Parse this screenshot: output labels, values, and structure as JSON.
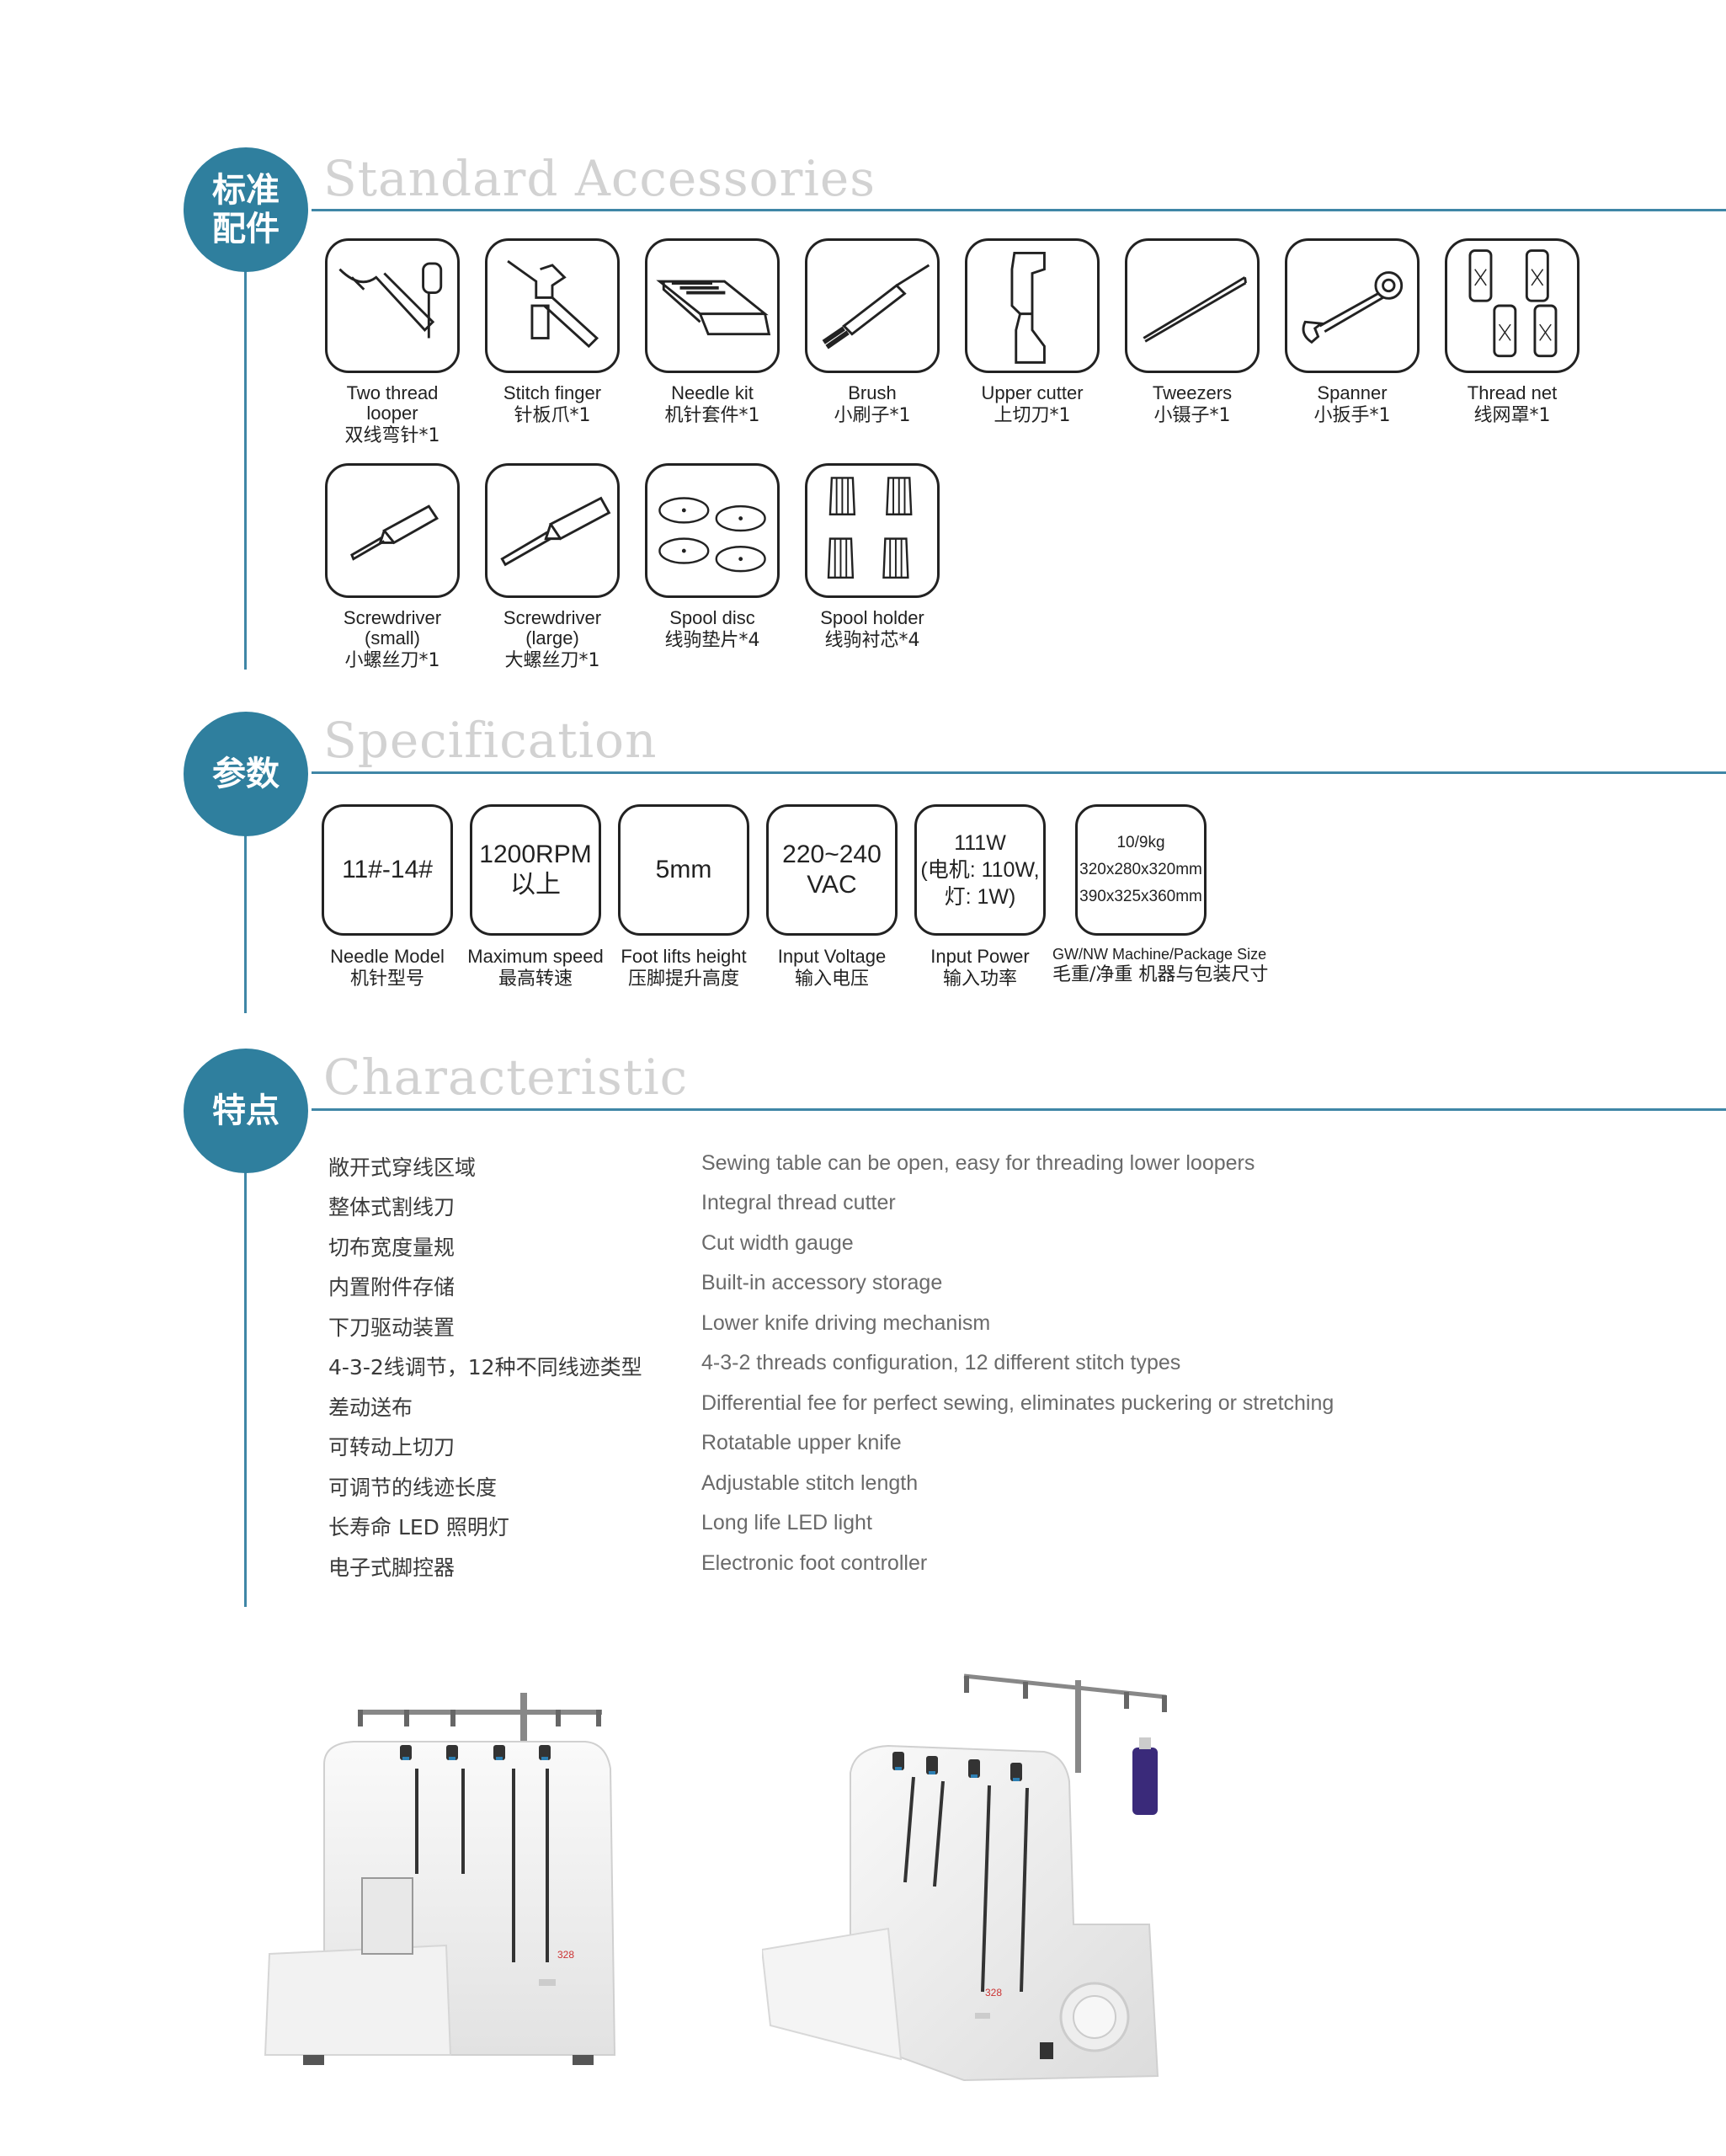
{
  "sections": {
    "accessories": {
      "badge": "标准\n配件",
      "title": "Standard Accessories"
    },
    "specification": {
      "badge": "参数",
      "title": "Specification"
    },
    "characteristic": {
      "badge": "特点",
      "title": "Characteristic"
    }
  },
  "accessories": [
    {
      "icon": "looper-icon",
      "en": "Two thread looper",
      "zh": "双线弯针*1"
    },
    {
      "icon": "stitch-finger-icon",
      "en": "Stitch finger",
      "zh": "针板爪*1"
    },
    {
      "icon": "needle-kit-icon",
      "en": "Needle kit",
      "zh": "机针套件*1"
    },
    {
      "icon": "brush-icon",
      "en": "Brush",
      "zh": "小刷子*1"
    },
    {
      "icon": "upper-cutter-icon",
      "en": "Upper cutter",
      "zh": "上切刀*1"
    },
    {
      "icon": "tweezers-icon",
      "en": "Tweezers",
      "zh": "小镊子*1"
    },
    {
      "icon": "spanner-icon",
      "en": "Spanner",
      "zh": "小扳手*1"
    },
    {
      "icon": "thread-net-icon",
      "en": "Thread net",
      "zh": "线网罩*1"
    },
    {
      "icon": "screwdriver-small-icon",
      "en": "Screwdriver\n(small)",
      "zh": "小螺丝刀*1"
    },
    {
      "icon": "screwdriver-large-icon",
      "en": "Screwdriver\n(large)",
      "zh": "大螺丝刀*1"
    },
    {
      "icon": "spool-disc-icon",
      "en": "Spool disc",
      "zh": "线驹垫片*4"
    },
    {
      "icon": "spool-holder-icon",
      "en": "Spool holder",
      "zh": "线驹衬芯*4"
    }
  ],
  "specs": [
    {
      "value": "11#-14#",
      "en": "Needle Model",
      "zh": "机针型号"
    },
    {
      "value": "1200RPM\n以上",
      "en": "Maximum speed",
      "zh": "最高转速"
    },
    {
      "value": "5mm",
      "en": "Foot lifts height",
      "zh": "压脚提升高度"
    },
    {
      "value": "220~240\nVAC",
      "en": "Input Voltage",
      "zh": "输入电压"
    },
    {
      "value": "111W\n(电机: 110W,\n灯: 1W)",
      "en": "Input Power",
      "zh": "输入功率"
    },
    {
      "value": "10/9kg\n320x280x320mm\n390x325x360mm",
      "en": "GW/NW Machine/Package Size",
      "zh": "毛重/净重 机器与包装尺寸"
    }
  ],
  "characteristics": [
    {
      "zh": "敞开式穿线区域",
      "en": "Sewing table can be open, easy for threading lower loopers"
    },
    {
      "zh": "整体式割线刀",
      "en": "Integral thread cutter"
    },
    {
      "zh": "切布宽度量规",
      "en": "Cut width gauge"
    },
    {
      "zh": "内置附件存储",
      "en": "Built-in accessory storage"
    },
    {
      "zh": "下刀驱动装置",
      "en": "Lower knife driving mechanism"
    },
    {
      "zh": "4-3-2线调节，12种不同线迹类型",
      "en": "4-3-2 threads configuration, 12 different stitch types"
    },
    {
      "zh": "差动送布",
      "en": "Differential fee for perfect sewing, eliminates puckering or stretching"
    },
    {
      "zh": "可转动上切刀",
      "en": "Rotatable upper knife"
    },
    {
      "zh": "可调节的线迹长度",
      "en": "Adjustable stitch length"
    },
    {
      "zh": "长寿命 LED 照明灯",
      "en": "Long life LED light"
    },
    {
      "zh": "电子式脚控器",
      "en": "Electronic foot controller"
    }
  ],
  "machines": [
    {
      "model": "328"
    },
    {
      "model": "328"
    }
  ],
  "colors": {
    "accent": "#2f7f9e",
    "line": "#3f86a6",
    "title_gray": "#d2d2d2"
  }
}
